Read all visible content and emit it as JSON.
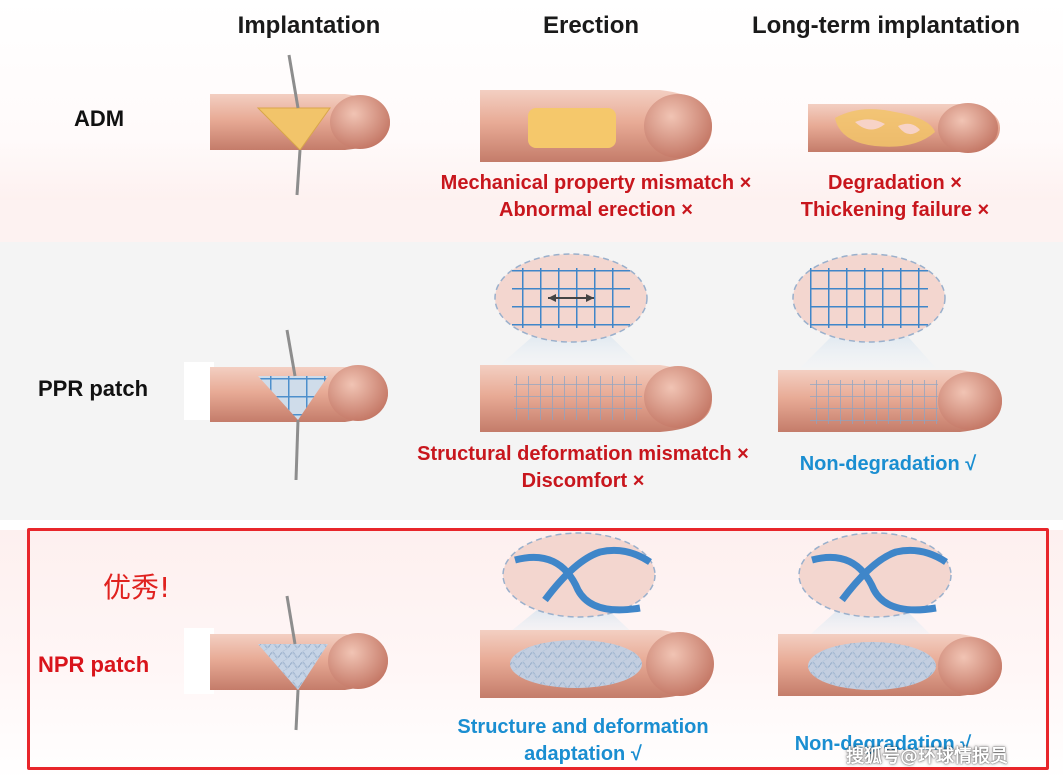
{
  "columns": {
    "implantation": "Implantation",
    "erection": "Erection",
    "long_term": "Long-term implantation"
  },
  "rows": {
    "adm": {
      "label": "ADM",
      "erection_notes": [
        "Mechanical property mismatch ×",
        "Abnormal erection ×"
      ],
      "long_term_notes": [
        "Degradation ×",
        "Thickening failure ×"
      ]
    },
    "ppr": {
      "label": "PPR patch",
      "erection_notes": [
        "Structural deformation mismatch ×",
        "Discomfort ×"
      ],
      "long_term_notes": [
        "Non-degradation √"
      ]
    },
    "npr": {
      "label": "NPR patch",
      "praise": "优秀!",
      "erection_notes": [
        "Structure and deformation",
        "adaptation √"
      ],
      "long_term_notes": [
        "Non-degradation √"
      ]
    }
  },
  "watermark": "搜狐号@环球情报员",
  "colors": {
    "negative": "#c8161d",
    "positive": "#1a8ed1",
    "highlight_frame": "#e8262b",
    "skin": "#e9ad98",
    "adm_patch": "#f2c46a",
    "mesh_blue": "#2a86c8"
  }
}
